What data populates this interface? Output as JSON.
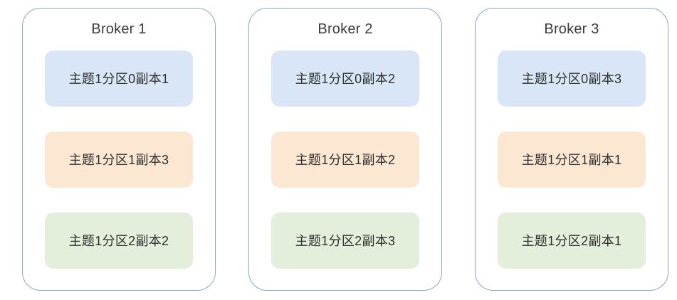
{
  "diagram": {
    "type": "kafka-broker-partition-replica-layout",
    "background_color": "#ffffff",
    "broker_border_color": "#8ba7c4",
    "partition_colors": {
      "partition0": "#d9e6f7",
      "partition1": "#fce7d2",
      "partition2": "#e3eedb"
    },
    "brokers": [
      {
        "title": "Broker 1",
        "replicas": [
          {
            "label": "主题1分区0副本1",
            "partition": "partition0"
          },
          {
            "label": "主题1分区1副本3",
            "partition": "partition1"
          },
          {
            "label": "主题1分区2副本2",
            "partition": "partition2"
          }
        ]
      },
      {
        "title": "Broker 2",
        "replicas": [
          {
            "label": "主题1分区0副本2",
            "partition": "partition0"
          },
          {
            "label": "主题1分区1副本2",
            "partition": "partition1"
          },
          {
            "label": "主题1分区2副本3",
            "partition": "partition2"
          }
        ]
      },
      {
        "title": "Broker 3",
        "replicas": [
          {
            "label": "主题1分区0副本3",
            "partition": "partition0"
          },
          {
            "label": "主题1分区1副本1",
            "partition": "partition1"
          },
          {
            "label": "主题1分区2副本1",
            "partition": "partition2"
          }
        ]
      }
    ]
  }
}
